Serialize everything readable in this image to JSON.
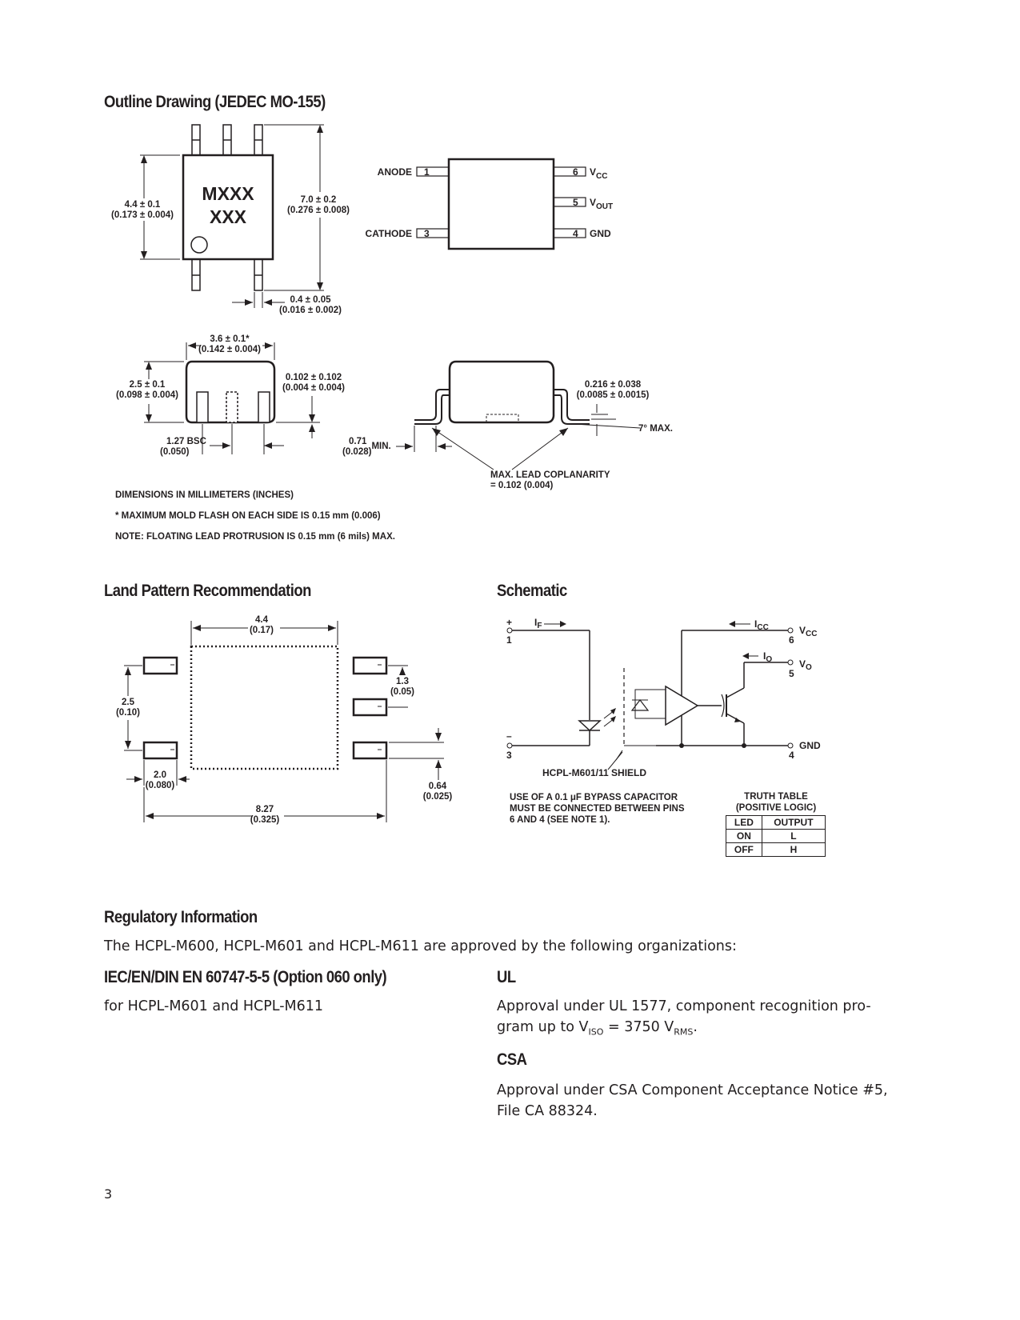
{
  "outline": {
    "heading": "Outline Drawing (JEDEC MO-155)",
    "marking_line1": "MXXX",
    "marking_line2": "XXX",
    "dim_width": [
      "4.4 ± 0.1",
      "(0.173 ± 0.004)"
    ],
    "dim_length": [
      "7.0 ± 0.2",
      "(0.276 ± 0.008)"
    ],
    "dim_lead": [
      "0.4 ± 0.05",
      "(0.016 ± 0.002)"
    ],
    "dim_body": [
      "3.6 ± 0.1*",
      "(0.142 ± 0.004)"
    ],
    "dim_height": [
      "2.5 ± 0.1",
      "(0.098 ± 0.004)"
    ],
    "dim_standoff": [
      "0.102 ± 0.102",
      "(0.004 ± 0.004)"
    ],
    "dim_pitch_value": "1.27",
    "dim_pitch_bsc": "BSC",
    "dim_pitch_in": "(0.050)",
    "dim_min_value": "0.71",
    "dim_min_label": "MIN.",
    "dim_min_in": "(0.028)",
    "dim_thickness": [
      "0.216 ± 0.038",
      "(0.0085 ± 0.0015)"
    ],
    "dim_angle": "7° MAX.",
    "coplanarity": [
      "MAX. LEAD COPLANARITY",
      "= 0.102 (0.004)"
    ],
    "notes": [
      "DIMENSIONS IN MILLIMETERS (INCHES)",
      "* MAXIMUM MOLD FLASH ON EACH SIDE IS 0.15 mm (0.006)",
      "NOTE: FLOATING LEAD PROTRUSION IS 0.15 mm (6 mils) MAX."
    ],
    "pins": {
      "anode": "ANODE",
      "pin1": "1",
      "cathode": "CATHODE",
      "pin3": "3",
      "pin6": "6",
      "vcc": "V",
      "vcc_sub": "CC",
      "pin5": "5",
      "vout": "V",
      "vout_sub": "OUT",
      "pin4": "4",
      "gnd": "GND"
    }
  },
  "land": {
    "heading": "Land Pattern Recommendation",
    "d44": [
      "4.4",
      "(0.17)"
    ],
    "d13": [
      "1.3",
      "(0.05)"
    ],
    "d25": [
      "2.5",
      "(0.10)"
    ],
    "d20": [
      "2.0",
      "(0.080)"
    ],
    "d064": [
      "0.64",
      "(0.025)"
    ],
    "d827": [
      "8.27",
      "(0.325)"
    ]
  },
  "schematic": {
    "heading": "Schematic",
    "plus": "+",
    "minus": "–",
    "n1": "1",
    "n3": "3",
    "n6": "6",
    "n5": "5",
    "n4": "4",
    "if": "I",
    "if_sub": "F",
    "icc": "I",
    "icc_sub": "CC",
    "io": "I",
    "io_sub": "O",
    "vcc": "V",
    "vcc_sub": "CC",
    "vo": "V",
    "vo_sub": "O",
    "gnd": "GND",
    "shield": "HCPL-M601/11 SHIELD",
    "bypass": [
      "USE OF A 0.1 μF BYPASS CAPACITOR",
      "MUST BE CONNECTED BETWEEN PINS",
      "6 AND 4 (SEE NOTE 1)."
    ],
    "truth_title": [
      "TRUTH TABLE",
      "(POSITIVE LOGIC)"
    ],
    "truth_headers": [
      "LED",
      "OUTPUT"
    ],
    "truth_rows": [
      [
        "ON",
        "L"
      ],
      [
        "OFF",
        "H"
      ]
    ]
  },
  "regulatory": {
    "heading": "Regulatory Information",
    "intro": "The HCPL-M600, HCPL-M601 and HCPL-M611 are approved by the following organizations:",
    "iec_heading": "IEC/EN/DIN EN 60747-5-5 (Option 060 only)",
    "iec_text": "for HCPL-M601 and HCPL-M611",
    "ul_heading": "UL",
    "ul_line1": "Approval under UL 1577, component recognition pro-",
    "ul_line2_a": "gram up to V",
    "ul_line2_sub1": "ISO",
    "ul_line2_b": " = 3750 V",
    "ul_line2_sub2": "RMS",
    "ul_line2_c": ".",
    "csa_heading": "CSA",
    "csa_line1": "Approval under CSA Component Acceptance Notice #5,",
    "csa_line2": "File CA 88324."
  },
  "page_number": "3"
}
